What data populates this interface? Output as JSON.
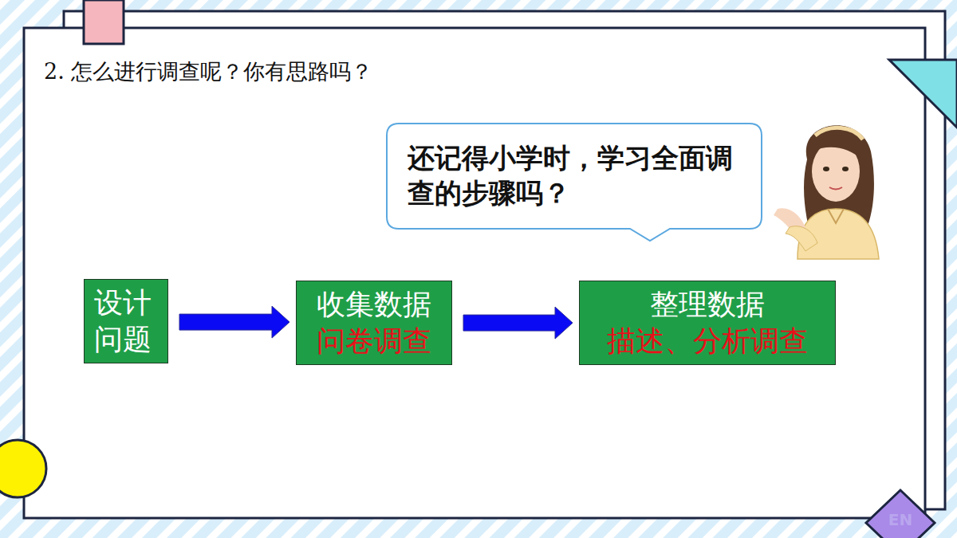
{
  "diagram": {
    "title": "2. 怎么进行调查呢？你有思路吗？",
    "nodes": [
      {
        "text": [
          "还记得小学时，学习全面调查的步骤吗？"
        ]
      },
      {
        "text": [
          "设计 问题"
        ]
      },
      {
        "text": [
          "收集数据",
          "问卷调查"
        ]
      },
      {
        "text": [
          "整理数据",
          "描述、分析调查"
        ]
      }
    ],
    "edges": [
      {
        "from": 1,
        "to": 2,
        "arrow": "to"
      },
      {
        "from": 2,
        "to": 3,
        "arrow": "to"
      }
    ],
    "labels": [
      "EN"
    ]
  }
}
